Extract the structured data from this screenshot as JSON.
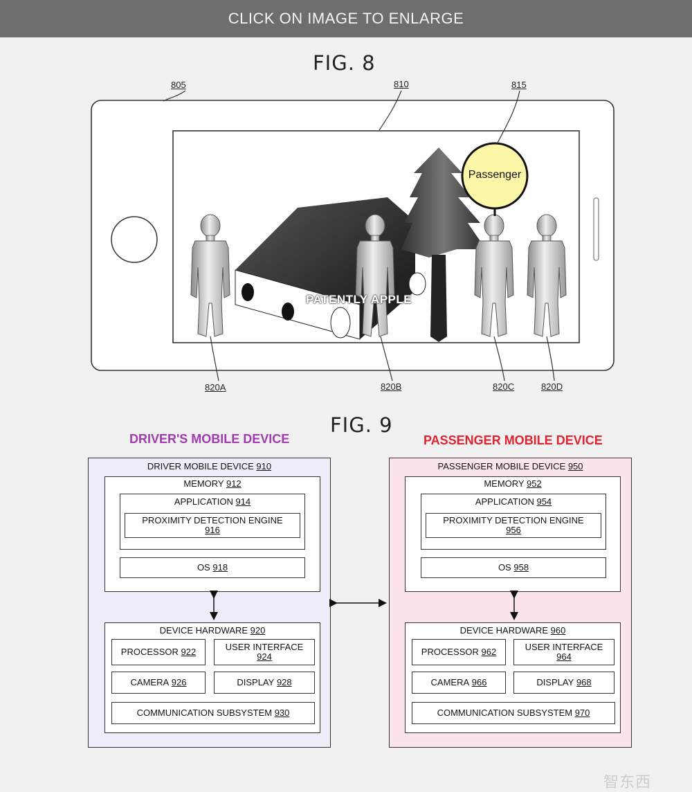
{
  "banner": {
    "text": "CLICK ON IMAGE TO ENLARGE"
  },
  "fig8": {
    "title": "FIG. 8",
    "refs": {
      "device": "805",
      "screen": "810",
      "label": "815",
      "a": "820A",
      "b": "820B",
      "c": "820C",
      "d": "820D"
    },
    "passenger_label": "Passenger",
    "watermark": "PATENTLY APPLE"
  },
  "fig9": {
    "title": "FIG. 9",
    "driver_heading": "DRIVER'S MOBILE DEVICE",
    "passenger_heading": "PASSENGER MOBILE DEVICE",
    "colors": {
      "driver_heading": "#a13bb0",
      "passenger_heading": "#e0242f",
      "driver_bg": "#eeeefb",
      "passenger_bg": "#fbe4ec"
    },
    "driver": {
      "device": "DRIVER MOBILE DEVICE",
      "device_num": "910",
      "memory": "MEMORY",
      "memory_num": "912",
      "application": "APPLICATION",
      "application_num": "914",
      "engine": "PROXIMITY DETECTION ENGINE",
      "engine_num": "916",
      "os": "OS",
      "os_num": "918",
      "hardware": "DEVICE HARDWARE",
      "hardware_num": "920",
      "processor": "PROCESSOR",
      "processor_num": "922",
      "ui": "USER INTERFACE",
      "ui_num": "924",
      "camera": "CAMERA",
      "camera_num": "926",
      "display": "DISPLAY",
      "display_num": "928",
      "comm": "COMMUNICATION SUBSYSTEM",
      "comm_num": "930"
    },
    "passenger": {
      "device": "PASSENGER MOBILE DEVICE",
      "device_num": "950",
      "memory": "MEMORY",
      "memory_num": "952",
      "application": "APPLICATION",
      "application_num": "954",
      "engine": "PROXIMITY DETECTION ENGINE",
      "engine_num": "956",
      "os": "OS",
      "os_num": "958",
      "hardware": "DEVICE HARDWARE",
      "hardware_num": "960",
      "processor": "PROCESSOR",
      "processor_num": "962",
      "ui": "USER INTERFACE",
      "ui_num": "964",
      "camera": "CAMERA",
      "camera_num": "966",
      "display": "DISPLAY",
      "display_num": "968",
      "comm": "COMMUNICATION SUBSYSTEM",
      "comm_num": "970"
    }
  },
  "corner_logo": "智东西"
}
